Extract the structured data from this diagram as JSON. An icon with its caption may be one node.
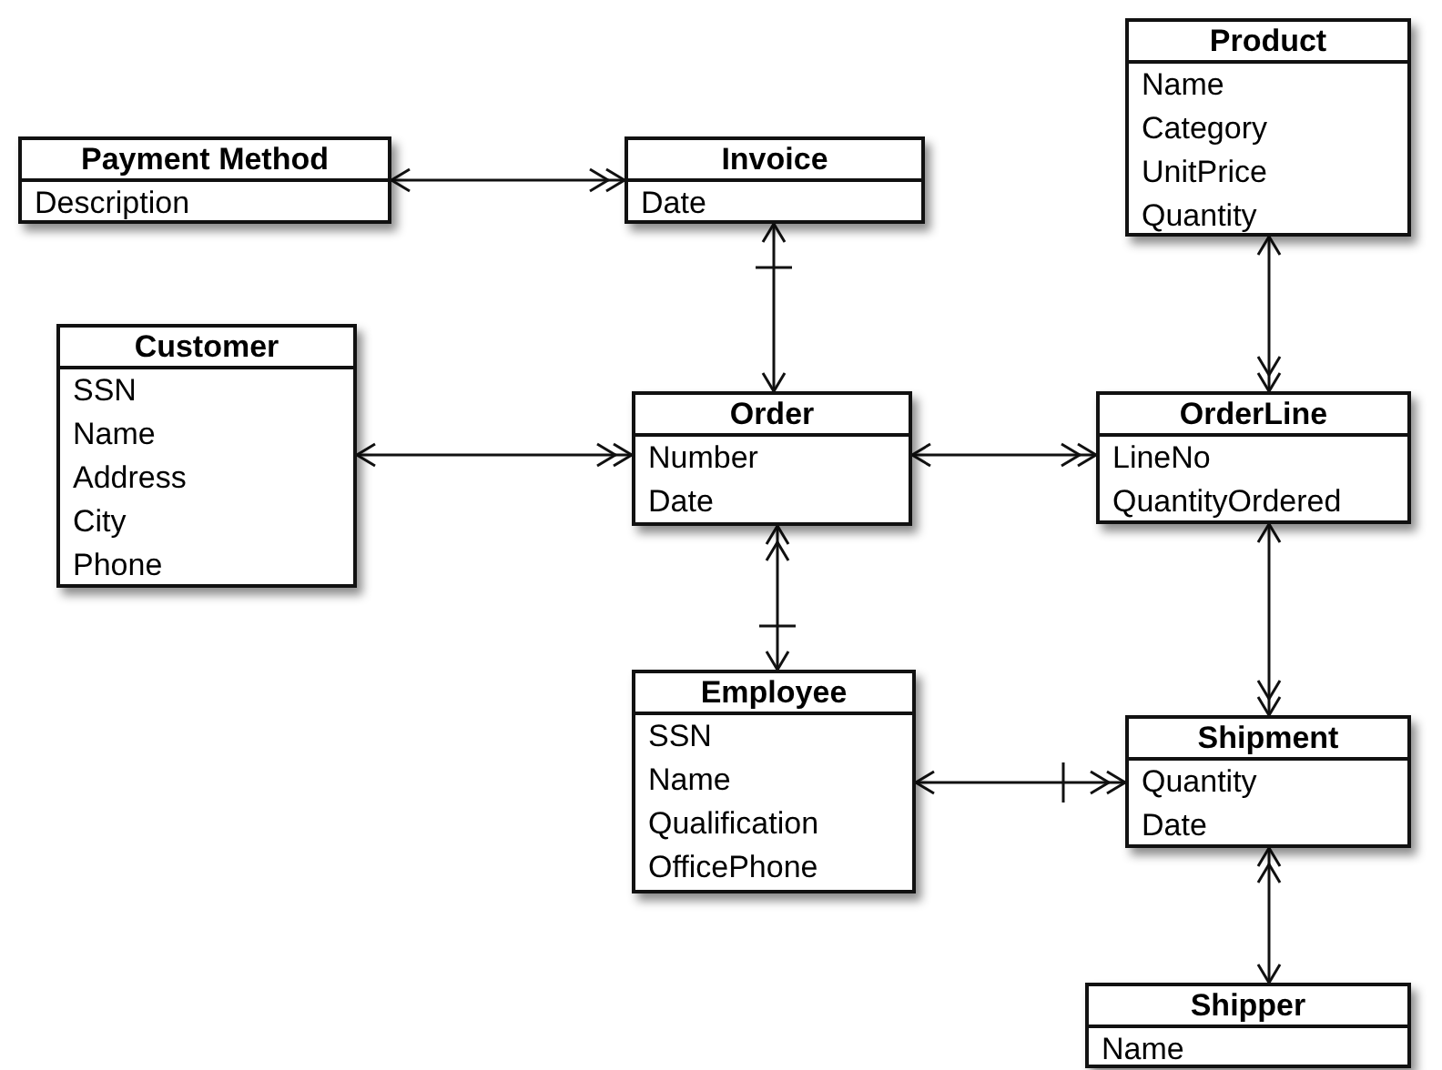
{
  "diagram": {
    "nodes": [
      {
        "text": [
          "Product",
          "Name",
          "Category",
          "UnitPrice",
          "Quantity"
        ]
      },
      {
        "text": [
          "Payment Method",
          "Description"
        ]
      },
      {
        "text": [
          "Invoice",
          "Date"
        ]
      },
      {
        "text": [
          "Customer",
          "SSN",
          "Name",
          "Address",
          "City",
          "Phone"
        ]
      },
      {
        "text": [
          "Order",
          "Number",
          "Date"
        ]
      },
      {
        "text": [
          "OrderLine",
          "LineNo",
          "QuantityOrdered"
        ]
      },
      {
        "text": [
          "Employee",
          "SSN",
          "Name",
          "Qualification",
          "OfficePhone"
        ]
      },
      {
        "text": [
          "Shipment",
          "Quantity",
          "Date"
        ]
      },
      {
        "text": [
          "Shipper",
          "Name"
        ]
      }
    ],
    "edges": [
      {
        "from": 1,
        "to": 2,
        "arrow": "both"
      },
      {
        "from": 2,
        "to": 4,
        "arrow": "both"
      },
      {
        "from": 3,
        "to": 4,
        "arrow": "both"
      },
      {
        "from": 4,
        "to": 5,
        "arrow": "both"
      },
      {
        "from": 0,
        "to": 5,
        "arrow": "both"
      },
      {
        "from": 4,
        "to": 6,
        "arrow": "both"
      },
      {
        "from": 6,
        "to": 7,
        "arrow": "both"
      },
      {
        "from": 5,
        "to": 7,
        "arrow": "both"
      },
      {
        "from": 7,
        "to": 8,
        "arrow": "both"
      }
    ]
  }
}
